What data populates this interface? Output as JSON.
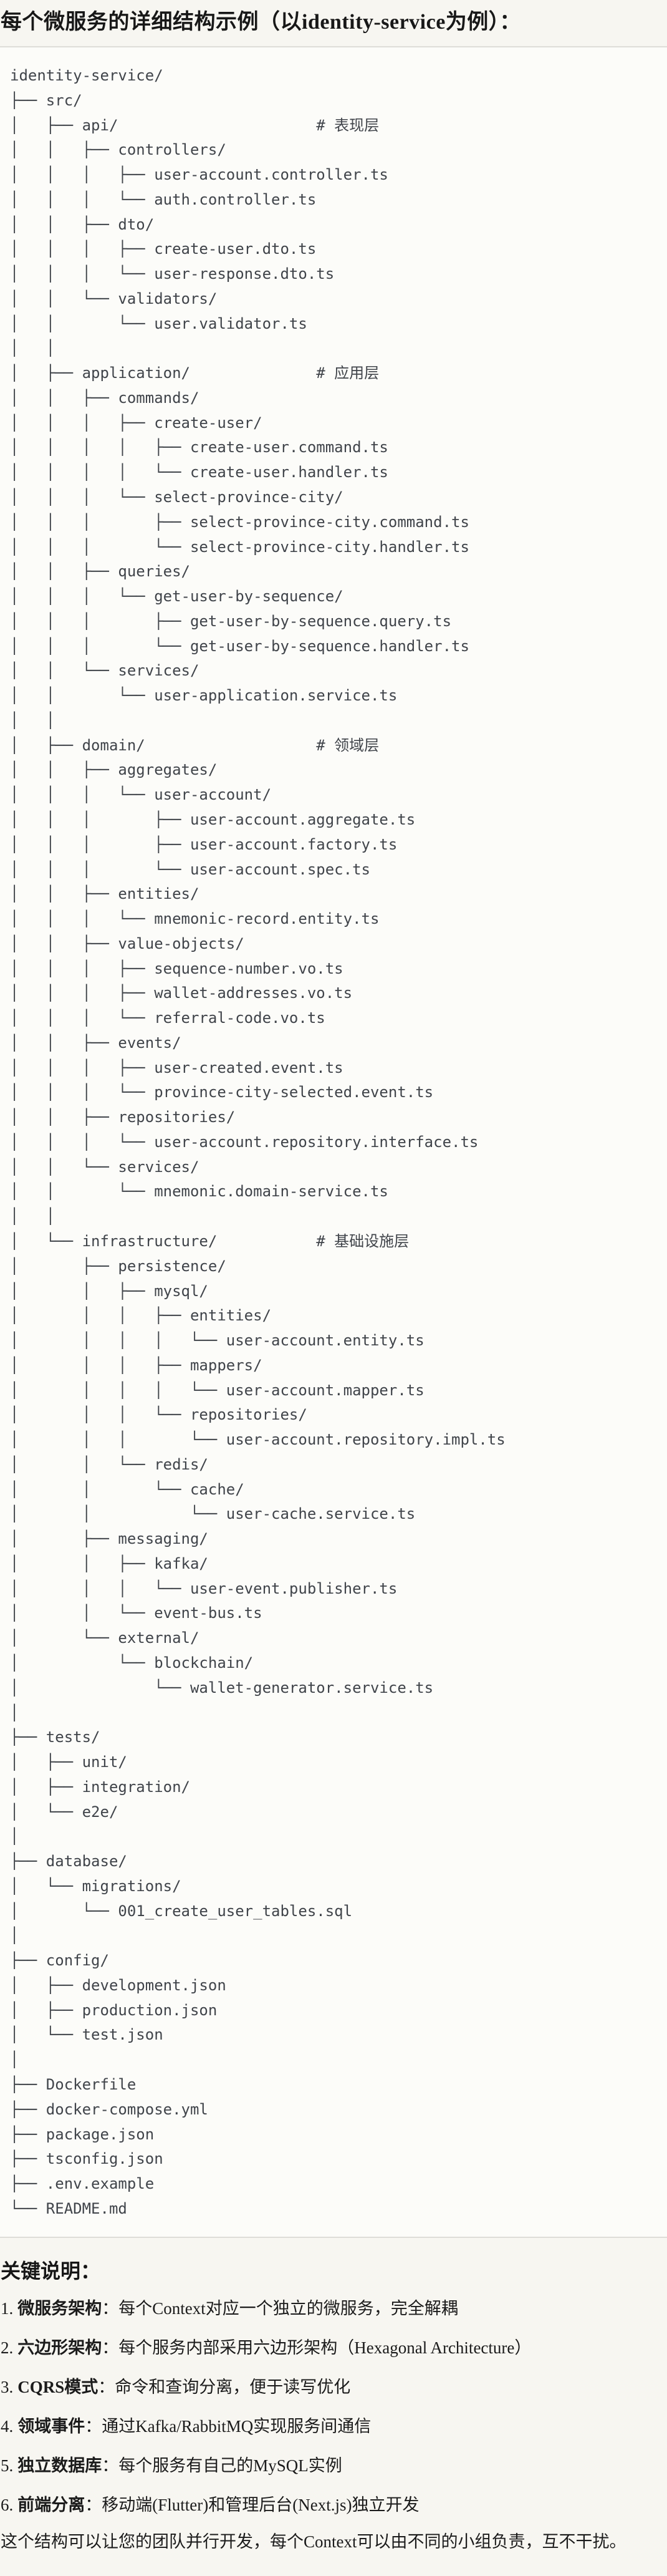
{
  "title": "每个微服务的详细结构示例（以identity-service为例）：",
  "tree": {
    "lines": [
      "identity-service/",
      "├── src/",
      "│   ├── api/                      # 表现层",
      "│   │   ├── controllers/",
      "│   │   │   ├── user-account.controller.ts",
      "│   │   │   └── auth.controller.ts",
      "│   │   ├── dto/",
      "│   │   │   ├── create-user.dto.ts",
      "│   │   │   └── user-response.dto.ts",
      "│   │   └── validators/",
      "│   │       └── user.validator.ts",
      "│   │",
      "│   ├── application/              # 应用层",
      "│   │   ├── commands/",
      "│   │   │   ├── create-user/",
      "│   │   │   │   ├── create-user.command.ts",
      "│   │   │   │   └── create-user.handler.ts",
      "│   │   │   └── select-province-city/",
      "│   │   │       ├── select-province-city.command.ts",
      "│   │   │       └── select-province-city.handler.ts",
      "│   │   ├── queries/",
      "│   │   │   └── get-user-by-sequence/",
      "│   │   │       ├── get-user-by-sequence.query.ts",
      "│   │   │       └── get-user-by-sequence.handler.ts",
      "│   │   └── services/",
      "│   │       └── user-application.service.ts",
      "│   │",
      "│   ├── domain/                   # 领域层",
      "│   │   ├── aggregates/",
      "│   │   │   └── user-account/",
      "│   │   │       ├── user-account.aggregate.ts",
      "│   │   │       ├── user-account.factory.ts",
      "│   │   │       └── user-account.spec.ts",
      "│   │   ├── entities/",
      "│   │   │   └── mnemonic-record.entity.ts",
      "│   │   ├── value-objects/",
      "│   │   │   ├── sequence-number.vo.ts",
      "│   │   │   ├── wallet-addresses.vo.ts",
      "│   │   │   └── referral-code.vo.ts",
      "│   │   ├── events/",
      "│   │   │   ├── user-created.event.ts",
      "│   │   │   └── province-city-selected.event.ts",
      "│   │   ├── repositories/",
      "│   │   │   └── user-account.repository.interface.ts",
      "│   │   └── services/",
      "│   │       └── mnemonic.domain-service.ts",
      "│   │",
      "│   └── infrastructure/           # 基础设施层",
      "│       ├── persistence/",
      "│       │   ├── mysql/",
      "│       │   │   ├── entities/",
      "│       │   │   │   └── user-account.entity.ts",
      "│       │   │   ├── mappers/",
      "│       │   │   │   └── user-account.mapper.ts",
      "│       │   │   └── repositories/",
      "│       │   │       └── user-account.repository.impl.ts",
      "│       │   └── redis/",
      "│       │       └── cache/",
      "│       │           └── user-cache.service.ts",
      "│       ├── messaging/",
      "│       │   ├── kafka/",
      "│       │   │   └── user-event.publisher.ts",
      "│       │   └── event-bus.ts",
      "│       └── external/",
      "│           └── blockchain/",
      "│               └── wallet-generator.service.ts",
      "│",
      "├── tests/",
      "│   ├── unit/",
      "│   ├── integration/",
      "│   └── e2e/",
      "│",
      "├── database/",
      "│   └── migrations/",
      "│       └── 001_create_user_tables.sql",
      "│",
      "├── config/",
      "│   ├── development.json",
      "│   ├── production.json",
      "│   └── test.json",
      "│",
      "├── Dockerfile",
      "├── docker-compose.yml",
      "├── package.json",
      "├── tsconfig.json",
      "├── .env.example",
      "└── README.md"
    ]
  },
  "notes": {
    "heading": "关键说明：",
    "items": [
      {
        "num": "1.",
        "label": "微服务架构",
        "desc": "：每个Context对应一个独立的微服务，完全解耦"
      },
      {
        "num": "2.",
        "label": "六边形架构",
        "desc": "：每个服务内部采用六边形架构（Hexagonal Architecture）"
      },
      {
        "num": "3.",
        "label": "CQRS模式",
        "desc": "：命令和查询分离，便于读写优化"
      },
      {
        "num": "4.",
        "label": "领域事件",
        "desc": "：通过Kafka/RabbitMQ实现服务间通信"
      },
      {
        "num": "5.",
        "label": "独立数据库",
        "desc": "：每个服务有自己的MySQL实例"
      },
      {
        "num": "6.",
        "label": "前端分离",
        "desc": "：移动端(Flutter)和管理后台(Next.js)独立开发"
      }
    ],
    "closing": "这个结构可以让您的团队并行开发，每个Context可以由不同的小组负责，互不干扰。"
  },
  "colors": {
    "page_bg": "#f7f6f1",
    "code_bg": "#fcfcf9",
    "divider": "#deddd8",
    "code_text": "#40444a",
    "text": "#1b1b1b"
  }
}
